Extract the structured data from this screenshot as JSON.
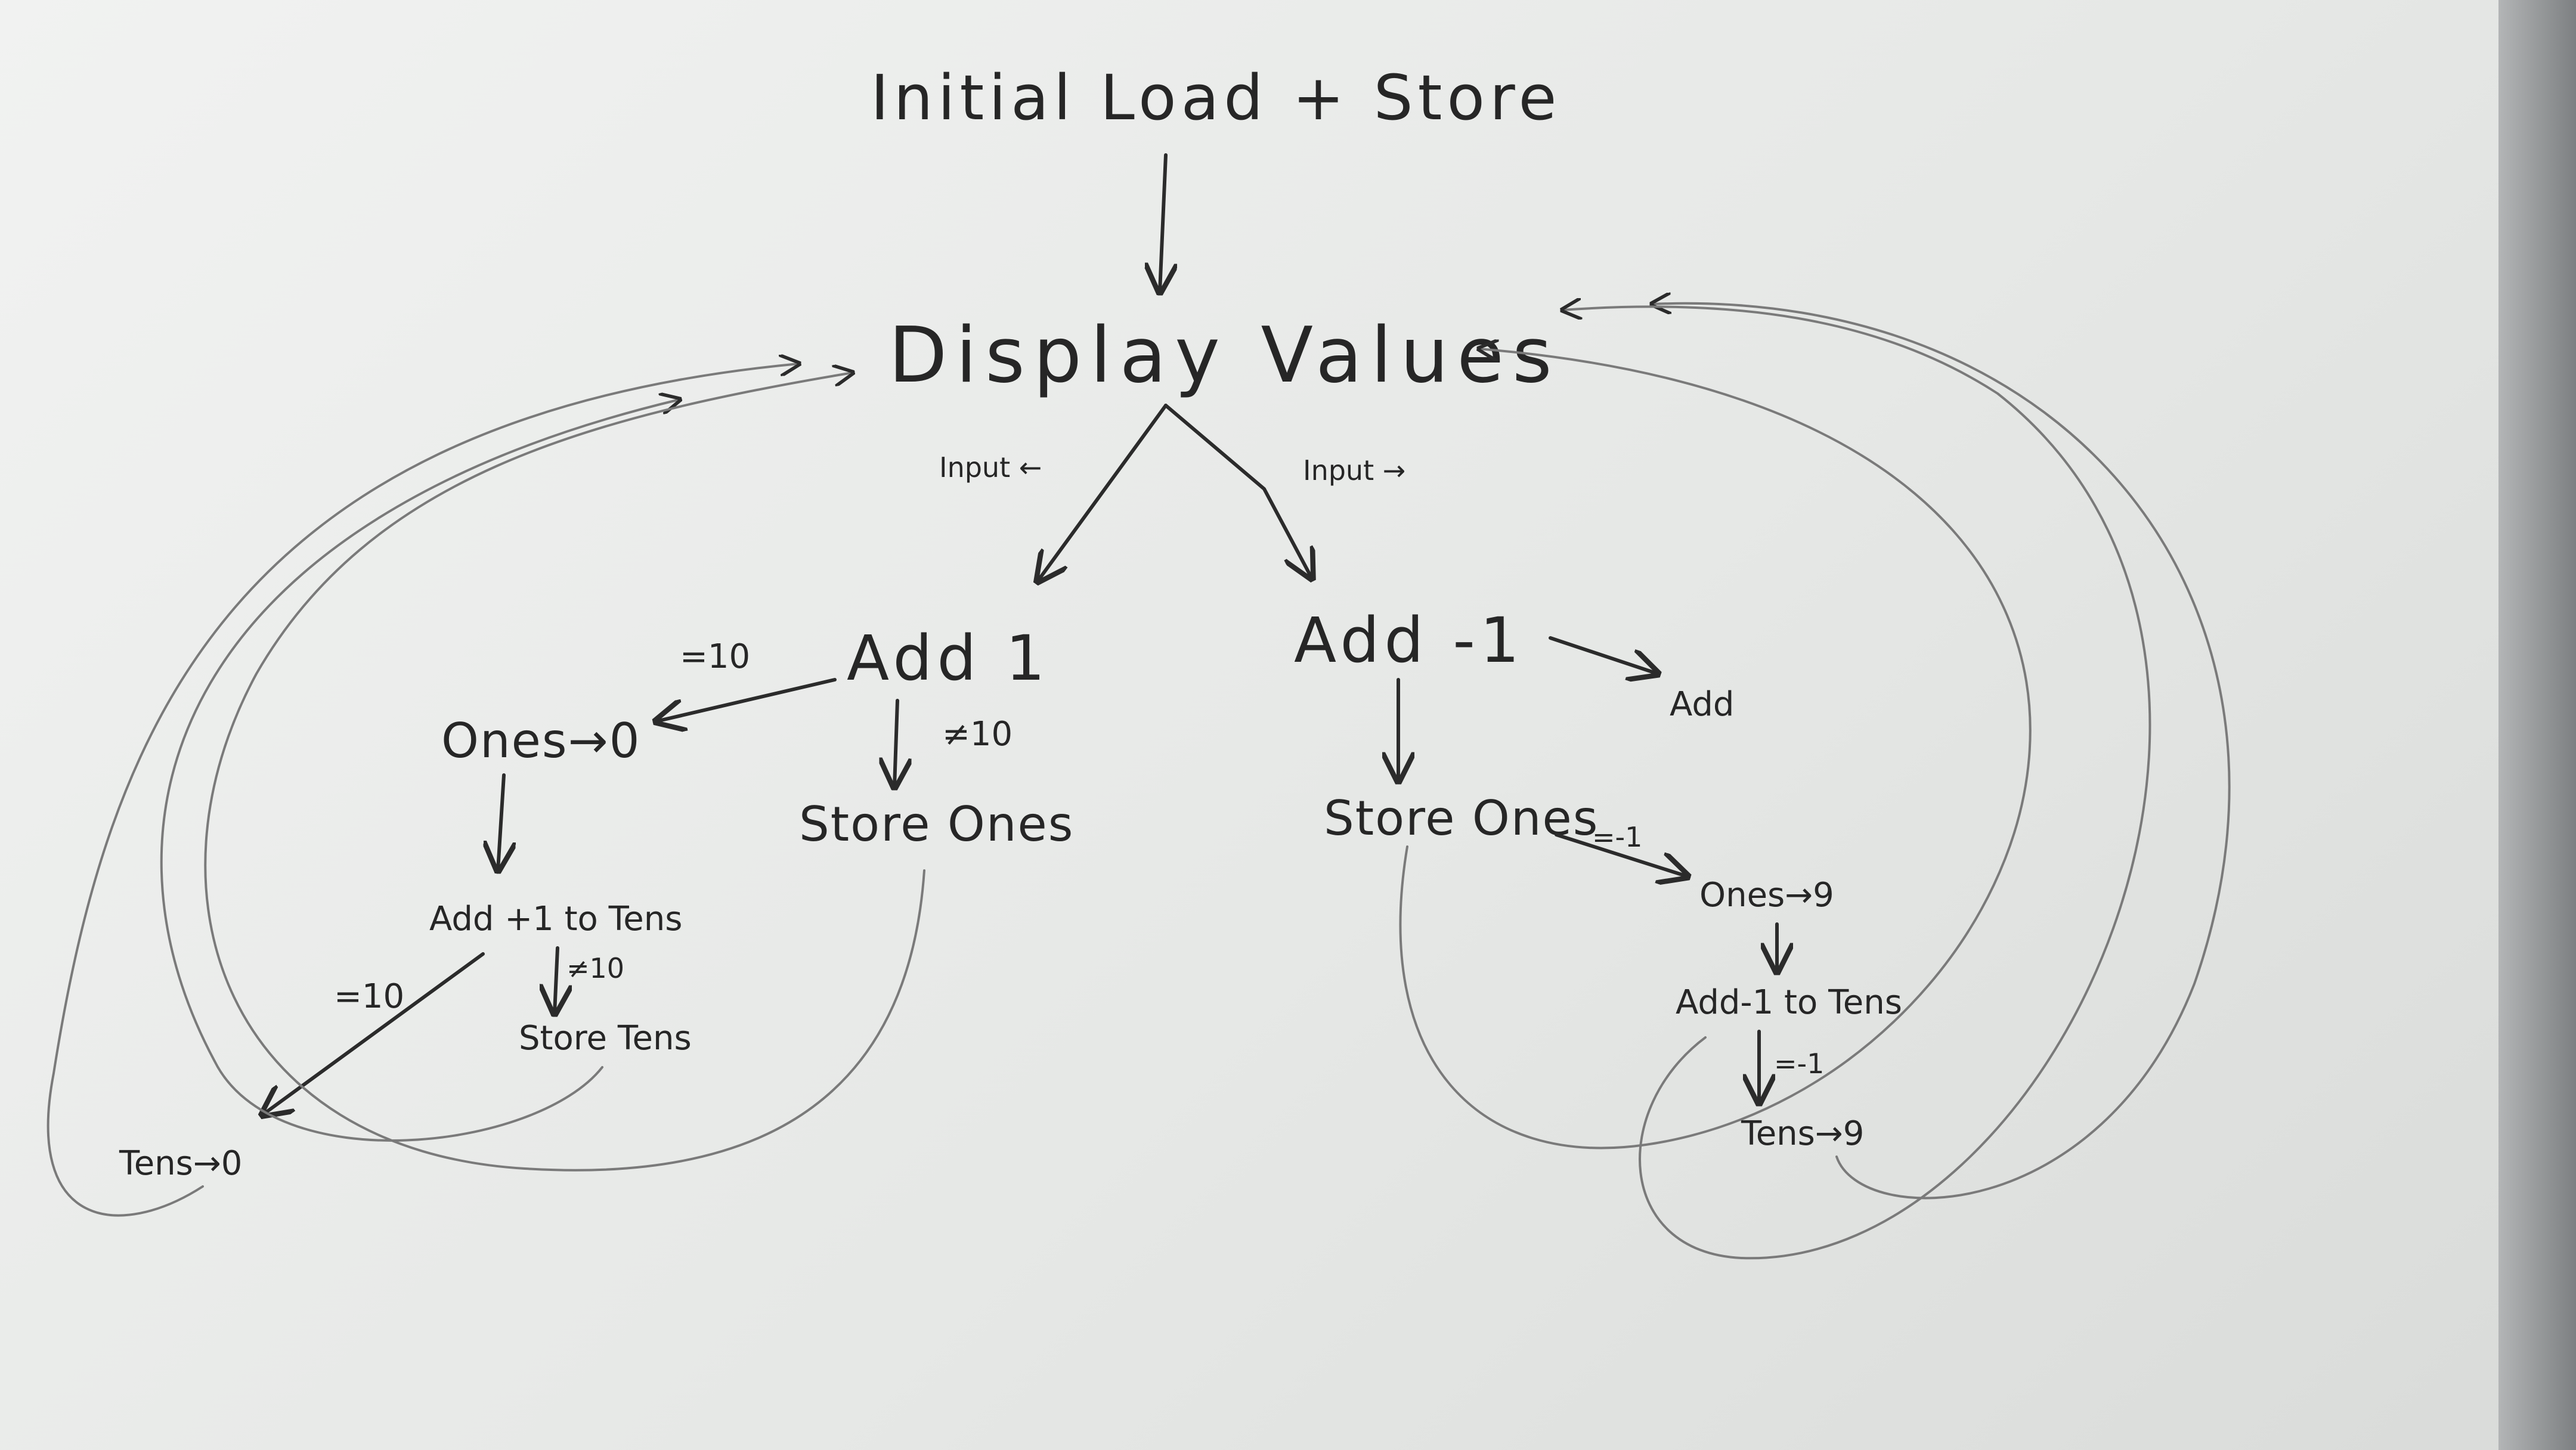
{
  "nodes": {
    "initial": "Initial Load + Store",
    "display": "Display Values",
    "add_one": "Add 1",
    "add_neg_one": "Add -1",
    "add_side": "Add",
    "ones_zero": "Ones→0",
    "store_ones_left": "Store Ones",
    "store_ones_right": "Store Ones",
    "add_tens_left": "Add +1 to Tens",
    "store_tens": "Store Tens",
    "tens_zero": "Tens→0",
    "ones_nine": "Ones→9",
    "add_tens_right": "Add-1 to Tens",
    "tens_nine": "Tens→9"
  },
  "labels": {
    "input_left": "Input ←",
    "input_right": "Input →",
    "eq10_ones": "=10",
    "ne10": "≠10",
    "eq10_tens": "=10",
    "ne10_tens": "≠10",
    "eq_neg1_ones": "=-1",
    "eq_neg1_tens": "=-1"
  }
}
